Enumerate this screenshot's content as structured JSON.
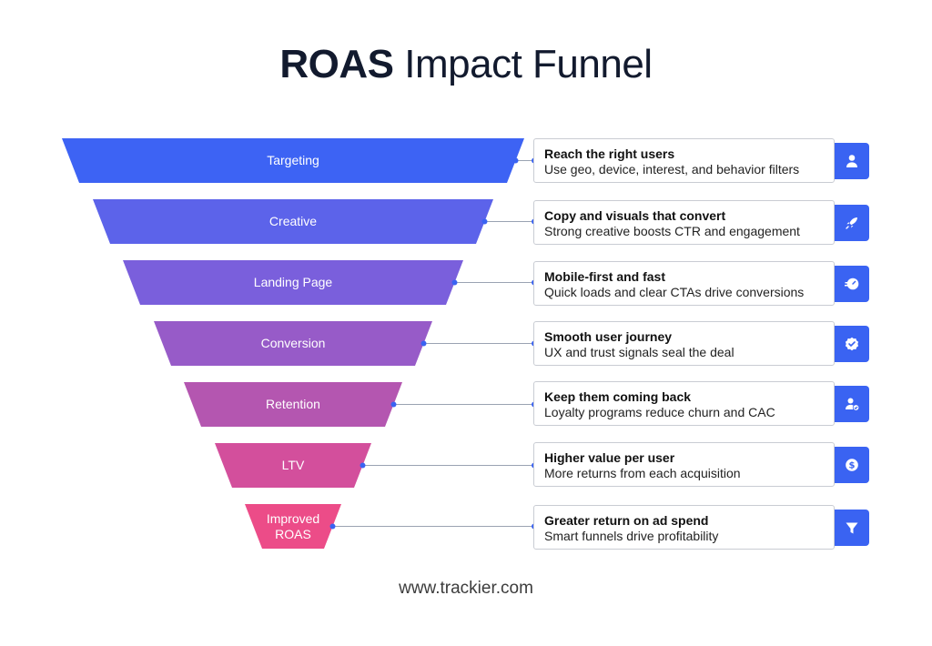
{
  "title": {
    "bold": "ROAS",
    "regular": "Impact Funnel"
  },
  "stages": [
    {
      "label": "Targeting",
      "color": "#3d63f4",
      "heading": "Reach the right users",
      "description": "Use geo, device, interest, and behavior filters",
      "icon": "user-icon"
    },
    {
      "label": "Creative",
      "color": "#5c63ea",
      "heading": "Copy and visuals that convert",
      "description": "Strong creative boosts CTR and engagement",
      "icon": "rocket-icon"
    },
    {
      "label": "Landing Page",
      "color": "#7a5fdc",
      "heading": "Mobile-first and fast",
      "description": "Quick loads and clear CTAs drive conversions",
      "icon": "speed-icon"
    },
    {
      "label": "Conversion",
      "color": "#975bc8",
      "heading": "Smooth user journey",
      "description": "UX and trust signals seal the deal",
      "icon": "verified-badge-icon"
    },
    {
      "label": "Retention",
      "color": "#b456b0",
      "heading": "Keep them coming back",
      "description": "Loyalty programs reduce churn and CAC",
      "icon": "user-check-icon"
    },
    {
      "label": "LTV",
      "color": "#d34f9c",
      "heading": "Higher value per user",
      "description": "More returns from each acquisition",
      "icon": "dollar-coin-icon"
    },
    {
      "label": "Improved\nROAS",
      "color": "#ec4c88",
      "heading": "Greater return on ad spend",
      "description": "Smart funnels drive profitability",
      "icon": "funnel-icon"
    }
  ],
  "colors": {
    "connector": "#9aa3b2",
    "dot": "#3a63f2",
    "icon_bg": "#3a63f2"
  },
  "footer": "www.trackier.com"
}
